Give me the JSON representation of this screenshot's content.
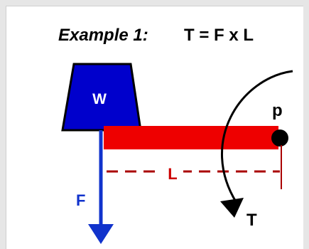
{
  "diagram": {
    "title": {
      "example": "Example 1:",
      "equation": "T = F  x  L"
    },
    "labels": {
      "weight": "W",
      "pivot": "p",
      "force": "F",
      "length": "L",
      "torque": "T"
    },
    "colors": {
      "weight_fill": "#0000cc",
      "bar": "#ee0000",
      "force_arrow": "#1133cc",
      "length_dash": "#aa0000",
      "pivot_dot": "#000000",
      "force_label": "#1133cc",
      "length_label": "#cc0000",
      "background": "#ffffff",
      "frame": "#e6e6e6"
    }
  }
}
